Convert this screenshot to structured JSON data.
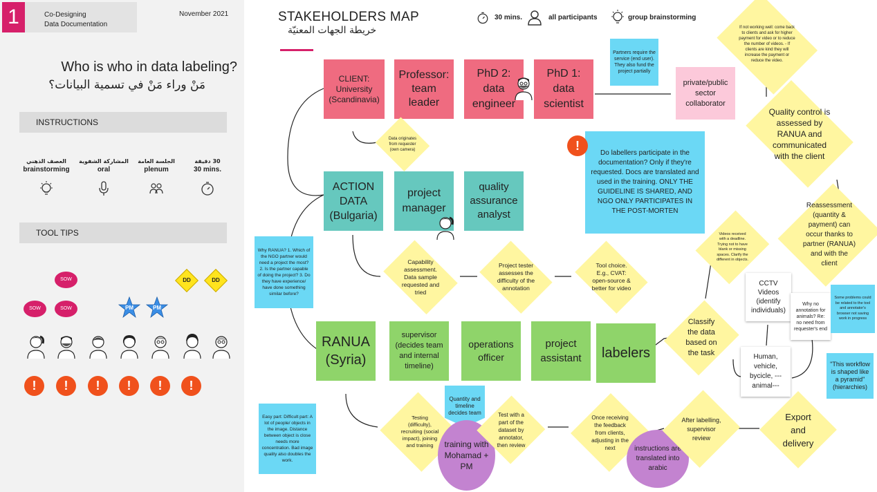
{
  "left_panel": {
    "number": "1",
    "header_line1": "Co-Designing",
    "header_line2": "Data Documentation",
    "date": "November 2021",
    "title": "Who is who in data labeling?",
    "title_ar": "مَنْ وراء مَنْ في تسمية البيانات؟",
    "instructions_label": "INSTRUCTIONS",
    "instructions": [
      {
        "ar": "العصف الذهني",
        "en": "brainstorming",
        "icon": "lightbulb-icon"
      },
      {
        "ar": "المشاركة الشفوية",
        "en": "oral",
        "icon": "microphone-icon"
      },
      {
        "ar": "الجلسة العامة",
        "en": "plenum",
        "icon": "group-icon"
      },
      {
        "ar": "30 دقيقة",
        "en": "30 mins.",
        "icon": "timer-icon"
      }
    ],
    "tool_tips_label": "TOOL TIPS",
    "sow_label": "SOW",
    "dd_label": "DD",
    "pm_label": "PM",
    "alert_symbol": "!"
  },
  "map": {
    "title": "STAKEHOLDERS MAP",
    "title_ar": "خريطة الجهات المعنيّة",
    "meta_time": "30 mins.",
    "meta_participants": "all participants",
    "meta_mode": "group brainstorming",
    "row1": {
      "client": "CLIENT: University (Scandinavia)",
      "professor": "Professor: team leader",
      "phd2": "PhD 2: data engineer",
      "phd1": "PhD 1: data scientist",
      "partners_note": "Partners require the service (end user). They also fund the project partially",
      "private_public": "private/public sector collaborator"
    },
    "not_working_note": "If not working well: come back to clients and ask for higher payment for video or to reduce the number of videos. - If clients are kind they will increase the payment or reduce the video.",
    "quality_control": "Quality control is assessed by RANUA and communicated with the client",
    "data_originates": "Data originates from requester (own camera)",
    "labellers_note": "Do labellers participate in the documentation? Only if they're requested. Docs are translated and used in the training. ONLY THE GUIDELINE IS SHARED, AND NGO ONLY PARTICIPATES IN THE POST-MORTEN",
    "row2": {
      "action": "ACTION DATA (Bulgaria)",
      "pm": "project manager",
      "qa": "quality assurance analyst"
    },
    "why_ranua": "Why RANUA? 1. Which of the NGO partner would need a project the most? 2. Is the partner capable of doing the project? 3. Do they have experience/ have done something similar before?",
    "capability": "Capability assessment. Data sample requested and tried",
    "tester": "Project tester assesses the difficulty of the annotation",
    "tool_choice": "Tool choice. E.g., CVAT: open-source & better for video",
    "videos_received": "Videos received with a deadline. Trying not to have blank or missing spaces. Clarify the different in objects.",
    "reassessment": "Reassessment (quantity & payment) can occur thanks to partner (RANUA) and with the client",
    "cctv": "CCTV Videos (identify individuals)",
    "why_no_annotation": "Why no annotation for animals? Re: no need from requester's end",
    "some_problems": "Some problems could be related to the tool and annotator's browser not saving work in progress",
    "row3": {
      "ranua": "RANUA (Syria)",
      "supervisor": "supervisor (decides team and internal timeline)",
      "operations": "operations officer",
      "assistant": "project assistant",
      "labelers": "labelers"
    },
    "classify": "Classify the data based on the task",
    "human_vehicle": "Human, vehicle, bycicle, --- animal---",
    "pyramid": "\"This workflow is shaped like a pyramid\" (hierarchies)",
    "easy_part": "Easy part: Difficult part: A lot of people/ objects in the image. Distance between object is close needs more concentration. Bad image quality also doubles the work.",
    "testing": "Testing (difficulty), recruiting (social impact), joining and training",
    "quantity_timeline": "Quantity and timeline decides team",
    "training": "training with Mohamad + PM",
    "test_part": "Test with a part of the dataset by annotator, then review",
    "once_feedback": "Once receiving the feedback from clients, adjusting in the next",
    "instructions_translated": "instructions are translated into arabic",
    "after_labelling": "After labelling, supervisor review",
    "export": "Export and delivery",
    "alert_symbol": "!"
  },
  "colors": {
    "magenta": "#d6206a",
    "pink_note": "#ef6b80",
    "teal_note": "#66c8be",
    "green_note": "#8fd46a",
    "cyan_note": "#6bd8f5",
    "yellow_diamond": "#fff6a0",
    "purple_circle": "#c383d0",
    "alert_orange": "#f0511c"
  }
}
